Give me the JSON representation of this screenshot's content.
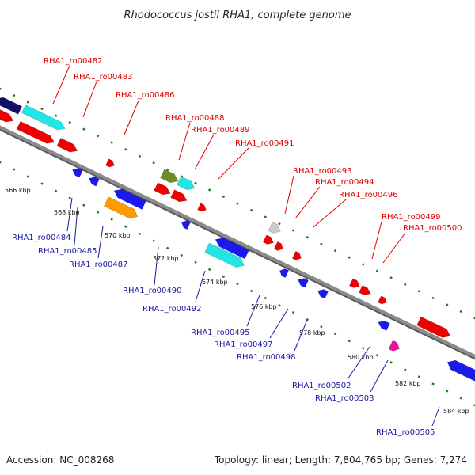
{
  "title": "Rhodococcus jostii RHA1, complete genome",
  "footer": {
    "accession": "Accession: NC_008268",
    "summary": "Topology: linear; Length: 7,804,765 bp; Genes: 7,274"
  },
  "colors": {
    "backbone": "#8c8c8c",
    "tick_marks": "#1a7a1a",
    "label_top": "#dd0000",
    "label_bottom": "#1a1aa0",
    "red": "#ee0000",
    "blue": "#1a1aee",
    "navy": "#10106a",
    "cyan": "#22e6e6",
    "orange": "#ff9a00",
    "olive": "#6b8e23",
    "gray": "#cccccc",
    "pink": "#ee1199"
  },
  "kbp_labels": [
    "566 kbp",
    "568 kbp",
    "570 kbp",
    "572 kbp",
    "574 kbp",
    "576 kbp",
    "578 kbp",
    "580 kbp",
    "582 kbp",
    "584 kbp"
  ],
  "top_labels": [
    "RHA1_ro00482",
    "RHA1_ro00483",
    "RHA1_ro00486",
    "RHA1_ro00488",
    "RHA1_ro00489",
    "RHA1_ro00491",
    "RHA1_ro00493",
    "RHA1_ro00494",
    "RHA1_ro00496",
    "RHA1_ro00499",
    "RHA1_ro00500"
  ],
  "bottom_labels": [
    "RHA1_ro00484",
    "RHA1_ro00485",
    "RHA1_ro00487",
    "RHA1_ro00490",
    "RHA1_ro00492",
    "RHA1_ro00495",
    "RHA1_ro00497",
    "RHA1_ro00498",
    "RHA1_ro00502",
    "RHA1_ro00503",
    "RHA1_ro00505"
  ],
  "icons": {
    "gene_arrow": "gene-arrow-icon"
  }
}
